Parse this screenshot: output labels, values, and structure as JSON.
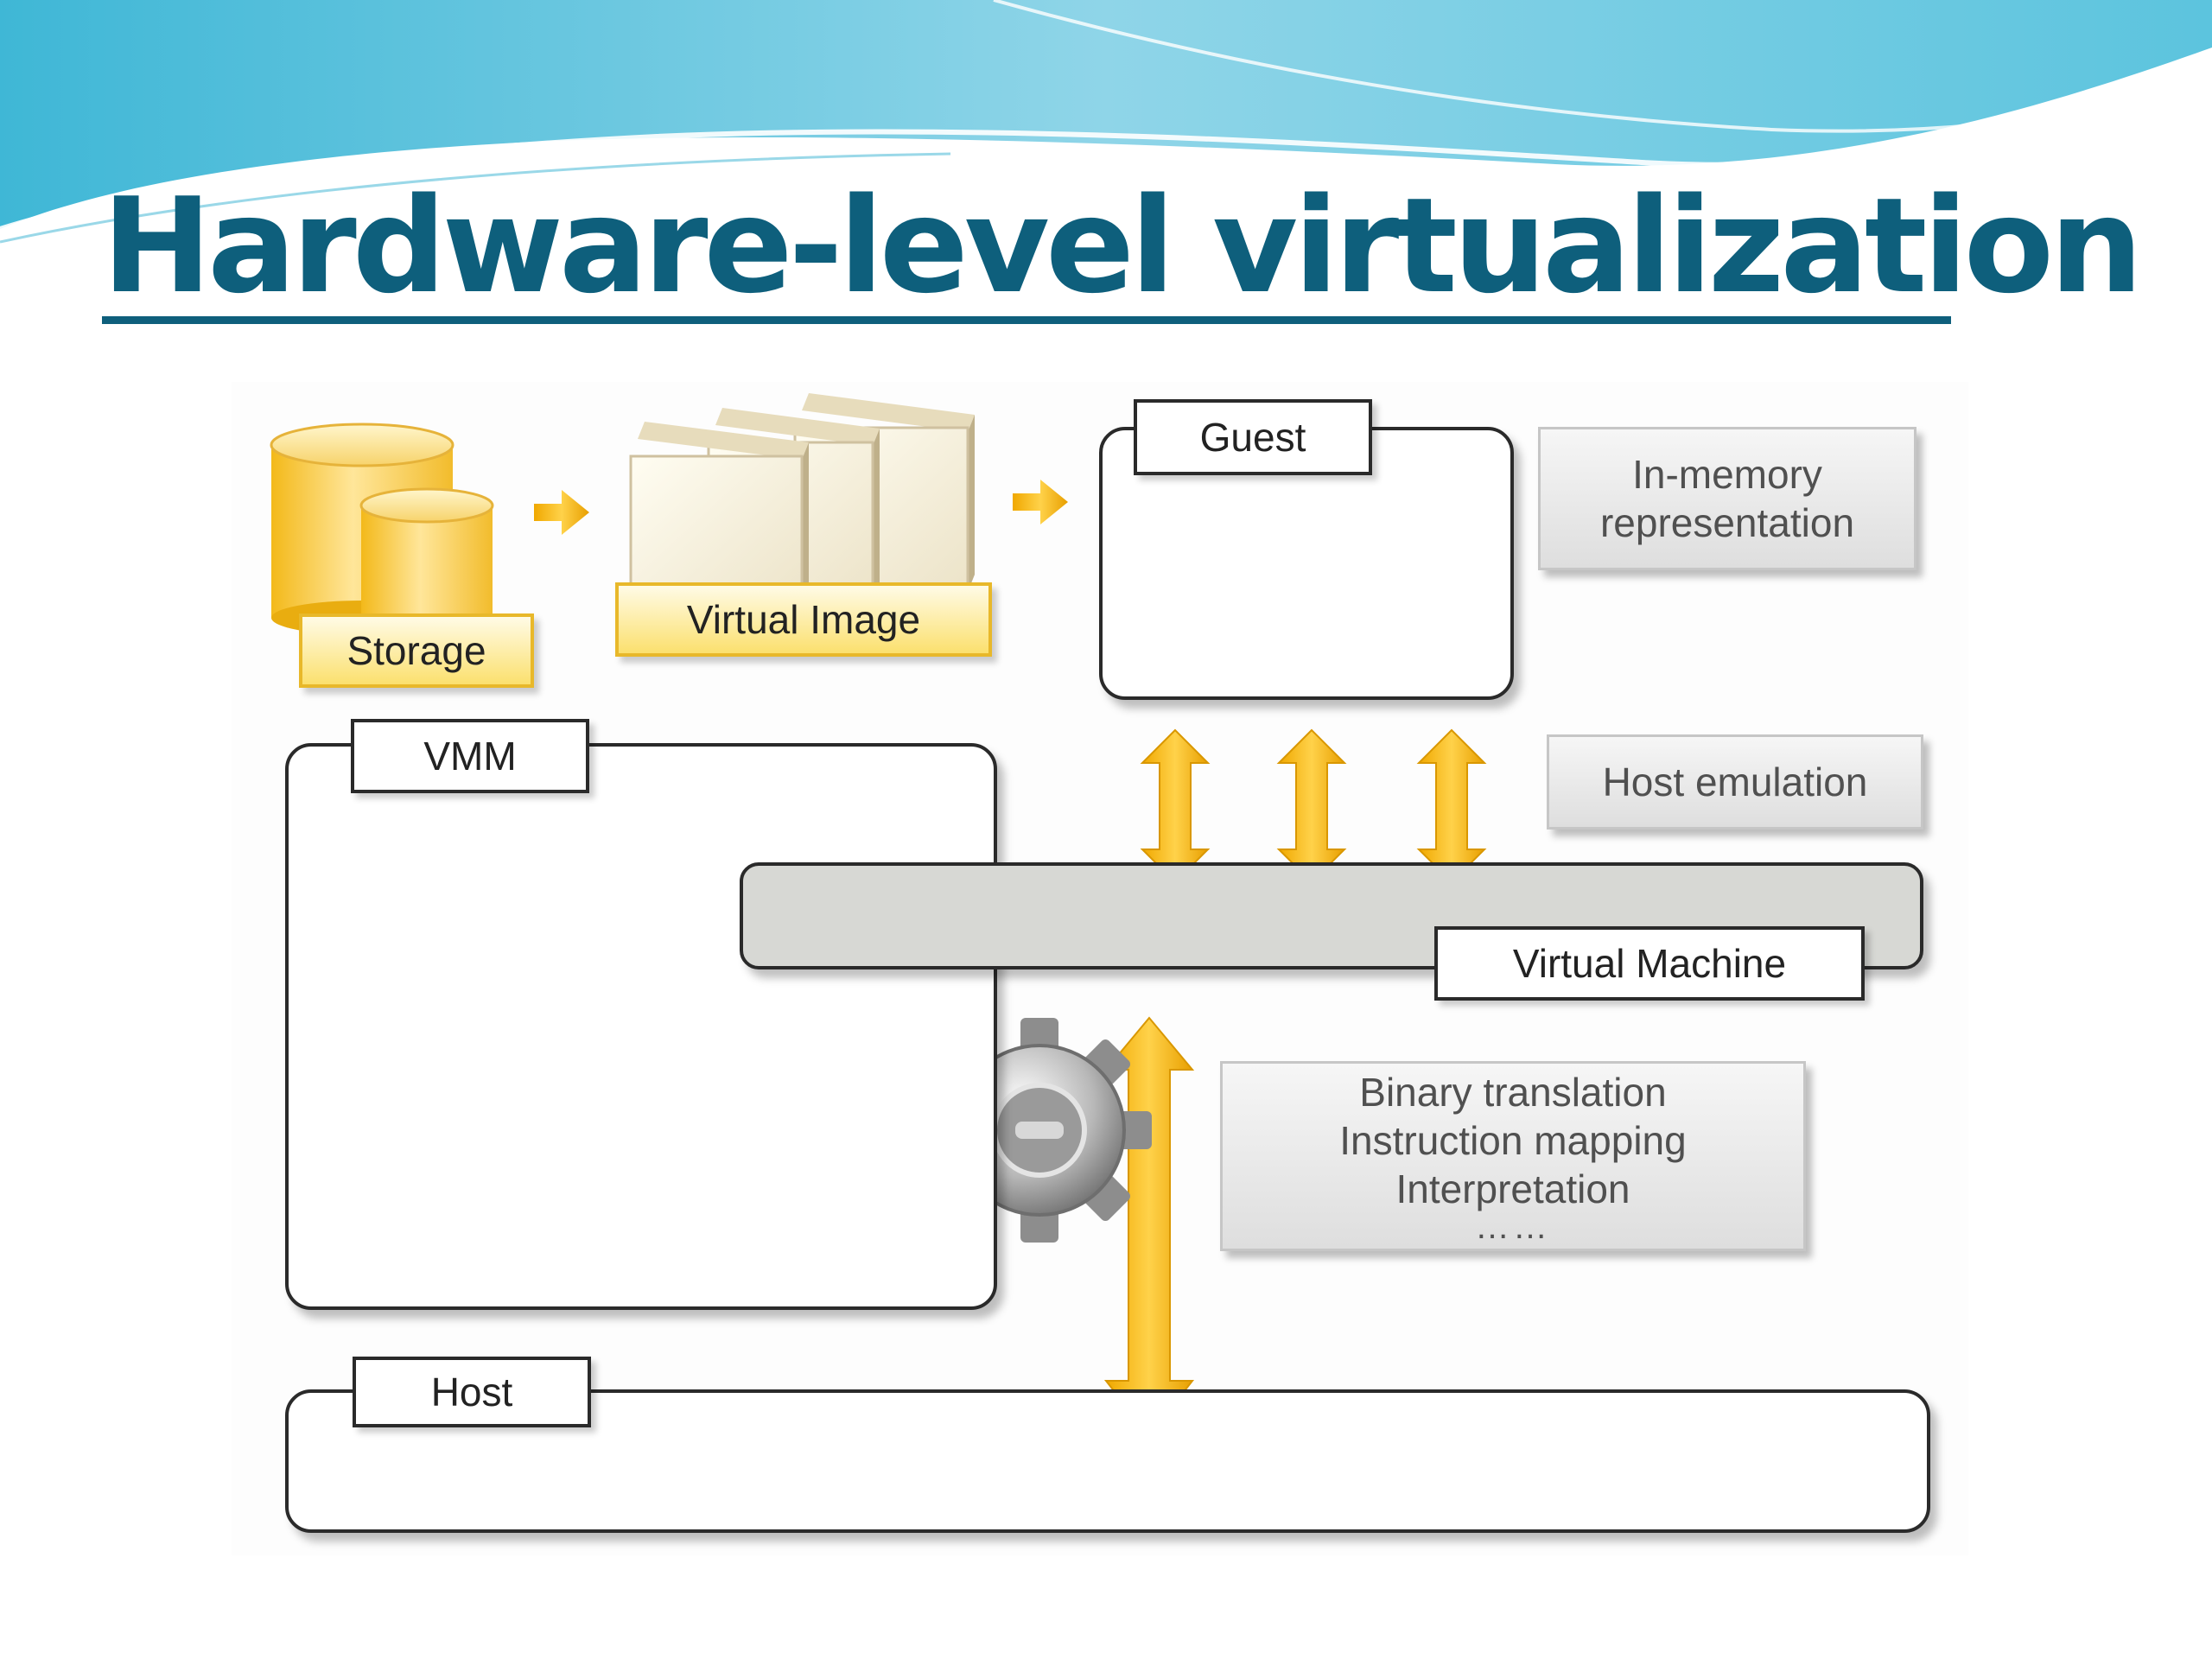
{
  "slide": {
    "title": "Hardware-level virtualization"
  },
  "diagram": {
    "storage_label": "Storage",
    "virtual_image_label": "Virtual Image",
    "guest_label": "Guest",
    "in_memory_label": [
      "In-memory",
      "representation"
    ],
    "host_emulation_label": "Host emulation",
    "vmm_label": "VMM",
    "virtual_machine_label": "Virtual Machine",
    "techniques": [
      "Binary translation",
      "Instruction mapping",
      "Interpretation",
      "……"
    ],
    "host_label": "Host"
  },
  "colors": {
    "title": "#0e5f7c",
    "arrow_yellow": "#f2b300",
    "vm_bar_fill": "#d7d8d4",
    "box_border": "#2a2a2a"
  }
}
